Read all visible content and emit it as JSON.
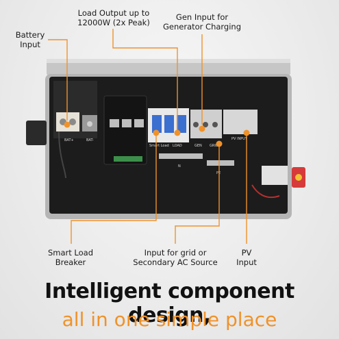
{
  "callouts": {
    "battery_input": "Battery Input",
    "load_output": "Load Output up to 12000W (2x Peak)",
    "gen_input": "Gen Input for Generator Charging",
    "smart_load_breaker": "Smart Load Breaker",
    "grid_input": "Input for grid or Secondary AC Source",
    "pv_input": "PV Input"
  },
  "device_labels": {
    "bat_plus": "BAT+",
    "bat_minus": "BAT-",
    "smart_load": "Smart Load",
    "load": "LOAD",
    "gen": "GEN",
    "grid": "GRID",
    "pv_input": "PV INPUT",
    "n": "N",
    "pe": "PE"
  },
  "headline": {
    "line1": "Intelligent component design,",
    "line2": "all in one simple place"
  },
  "colors": {
    "accent": "#f0922a",
    "panel": "#1e1e1e",
    "frame": "#b9b9b9"
  }
}
